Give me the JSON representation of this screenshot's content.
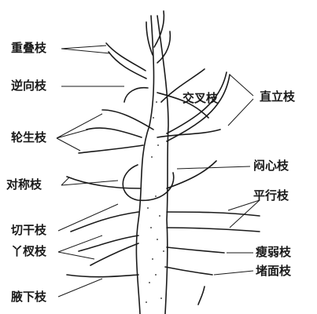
{
  "labels": {
    "overlapping": "重叠枝",
    "reverse": "逆向枝",
    "crossing": "交叉枝",
    "upright": "直立枝",
    "whorled": "轮生枝",
    "center": "闷心枝",
    "symmetric": "对称枝",
    "parallel": "平行枝",
    "cut_trunk": "切干枝",
    "fork": "丫杈枝",
    "weak": "瘦弱枝",
    "blocking": "堵面枝",
    "under": "腋下枝"
  },
  "colors": {
    "ink": "#1a1a1a",
    "background": "#ffffff"
  }
}
